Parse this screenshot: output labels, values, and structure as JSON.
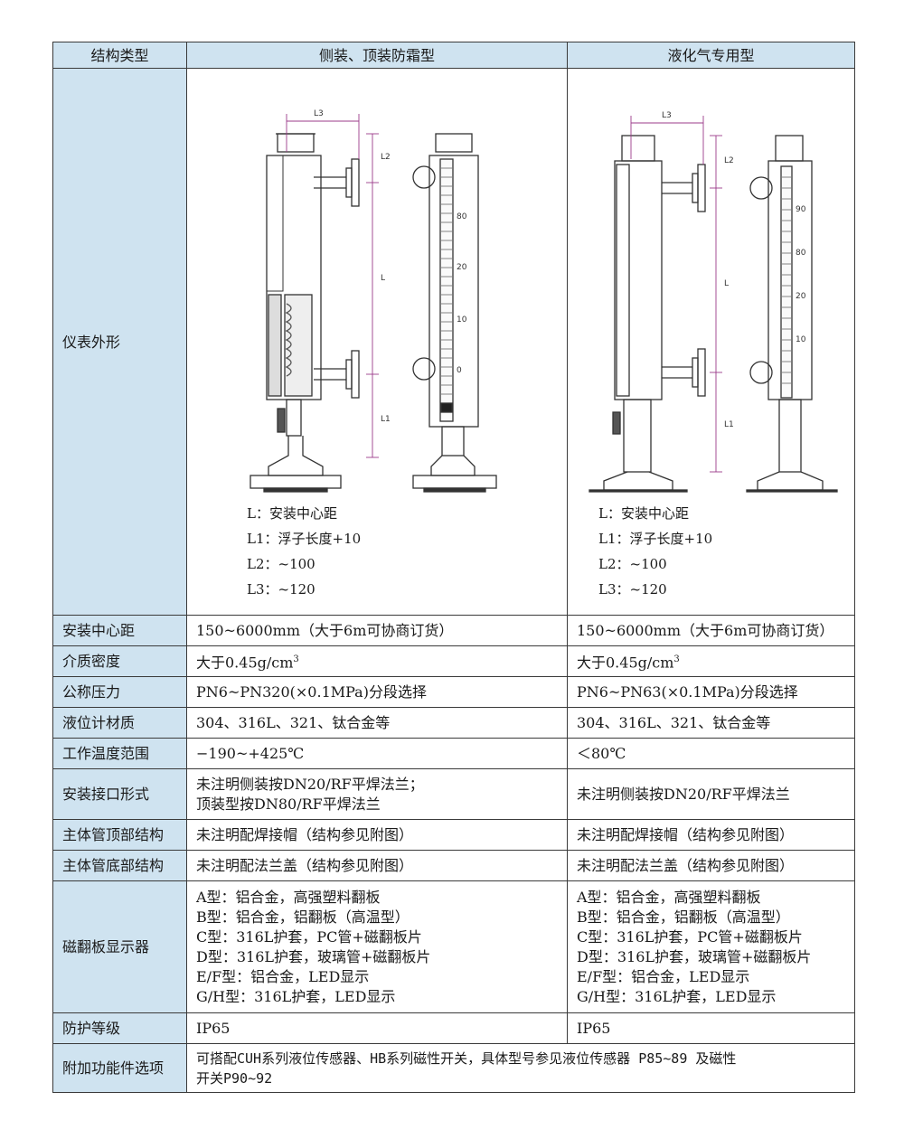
{
  "header": {
    "col_label": "结构类型",
    "col_a": "侧装、顶装防霜型",
    "col_b": "液化气专用型"
  },
  "appearance": {
    "label": "仪表外形",
    "dims": {
      "l3": "L3",
      "l2": "L2",
      "l": "L",
      "l1": "L1"
    },
    "scale_a": [
      "80",
      "20",
      "10",
      "0"
    ],
    "scale_b": [
      "90",
      "80",
      "20",
      "10"
    ],
    "legend": [
      "L：安装中心距",
      "L1：浮子长度+10",
      "L2：~100",
      "L3：~120"
    ]
  },
  "rows": [
    {
      "label": "安装中心距",
      "a": "150~6000mm（大于6m可协商订货）",
      "b": "150~6000mm（大于6m可协商订货）"
    },
    {
      "label": "介质密度",
      "a": "大于0.45g/cm",
      "a_sup": "3",
      "b": "大于0.45g/cm",
      "b_sup": "3"
    },
    {
      "label": "公称压力",
      "a": "PN6~PN320(×0.1MPa)分段选择",
      "b": "PN6~PN63(×0.1MPa)分段选择"
    },
    {
      "label": "液位计材质",
      "a": "304、316L、321、钛合金等",
      "b": "304、316L、321、钛合金等"
    },
    {
      "label": "工作温度范围",
      "a": "−190~+425℃",
      "b": "＜80℃"
    },
    {
      "label": "安装接口形式",
      "a_lines": [
        "未注明侧装按DN20/RF平焊法兰；",
        "顶装型按DN80/RF平焊法兰"
      ],
      "b": "未注明侧装按DN20/RF平焊法兰"
    },
    {
      "label": "主体管顶部结构",
      "a": "未注明配焊接帽（结构参见附图）",
      "b": "未注明配焊接帽（结构参见附图）"
    },
    {
      "label": "主体管底部结构",
      "a": "未注明配法兰盖（结构参见附图）",
      "b": "未注明配法兰盖（结构参见附图）"
    }
  ],
  "display": {
    "label": "磁翻板显示器",
    "lines": [
      "A型：铝合金，高强塑料翻板",
      "B型：铝合金，铝翻板（高温型）",
      "C型：316L护套，PC管+磁翻板片",
      "D型：316L护套，玻璃管+磁翻板片",
      "E/F型：铝合金，LED显示",
      "G/H型：316L护套，LED显示"
    ]
  },
  "protection": {
    "label": "防护等级",
    "a": "IP65",
    "b": "IP65"
  },
  "options": {
    "label": "附加功能件选项",
    "line1": "可搭配CUH系列液位传感器、HB系列磁性开关，具体型号参见液位传感器 P85~89 及磁性",
    "line2": "开关P90~92"
  }
}
